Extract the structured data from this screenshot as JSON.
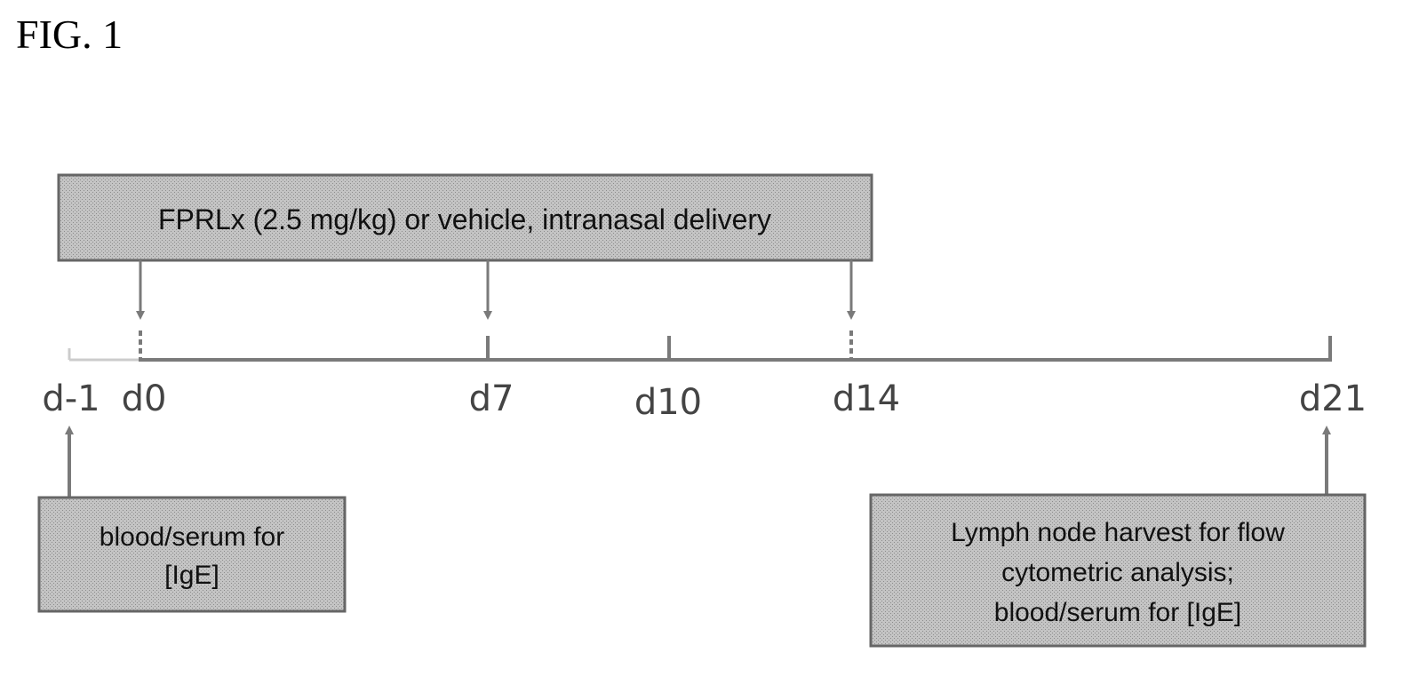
{
  "figure": {
    "label": "FIG. 1"
  },
  "treatment_box": {
    "text": "FPRLx (2.5 mg/kg) or vehicle, intranasal delivery"
  },
  "baseline_box": {
    "lines": [
      "blood/serum for",
      "[IgE]"
    ]
  },
  "endpoint_box": {
    "lines": [
      "Lymph node harvest for flow",
      "cytometric analysis;",
      "blood/serum for [IgE]"
    ]
  },
  "timeline": {
    "days": [
      {
        "label": "d-1"
      },
      {
        "label": "d0"
      },
      {
        "label": "d7"
      },
      {
        "label": "d10"
      },
      {
        "label": "d14"
      },
      {
        "label": "d21"
      }
    ]
  },
  "colors": {
    "box_fill": "#b4b4b4",
    "box_border": "#666666",
    "line": "#7a7a7a",
    "arrow": "#7a7a7a",
    "baseline_segment": "#cccccc"
  }
}
